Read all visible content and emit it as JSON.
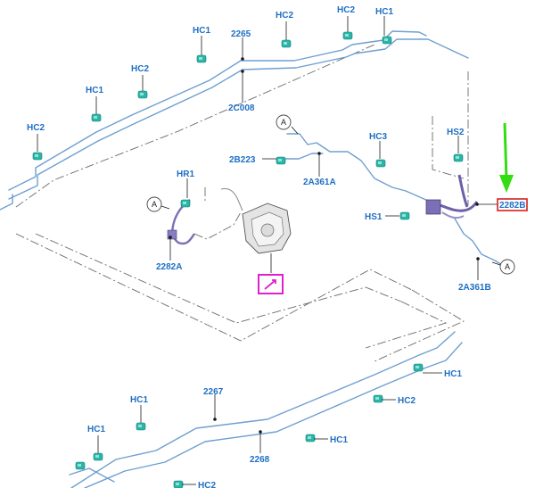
{
  "labels": {
    "hc_left_1": "HC2",
    "hc_left_2": "HC1",
    "hc_left_3": "HC2",
    "hc_left_4": "HC1",
    "hc_top_1": "HC2",
    "hc_top_2": "HC2",
    "hc_top_3": "HC1",
    "line_2265": "2265",
    "line_2c008": "2C008",
    "callout_a": "A",
    "line_2b223": "2B223",
    "line_2a361a": "2A361A",
    "hc3": "HC3",
    "hs2": "HS2",
    "hs1": "HS1",
    "target_part": "2282B",
    "hr1": "HR1",
    "line_2282a": "2282A",
    "line_2a361b": "2A361B",
    "hc1_r1": "HC1",
    "hc2_r1": "HC2",
    "line_2267": "2267",
    "hc1_b1": "HC1",
    "hc1_b2": "HC1",
    "line_2268": "2268",
    "hc1_b3": "HC1",
    "hc2_b1": "HC2"
  },
  "colors": {
    "label_blue": "#1f6fc4",
    "pipe_blue": "#6e9fd0",
    "highlight_red": "#d62020",
    "highlight_magenta": "#e020d0",
    "arrow_green": "#33dd11",
    "clip_teal": "#2bb5a8"
  },
  "icons": {
    "caliper": "brake-caliper-icon",
    "magenta_box": "wrench-arrow-icon",
    "green_arrow": "pointer-arrow-icon"
  }
}
